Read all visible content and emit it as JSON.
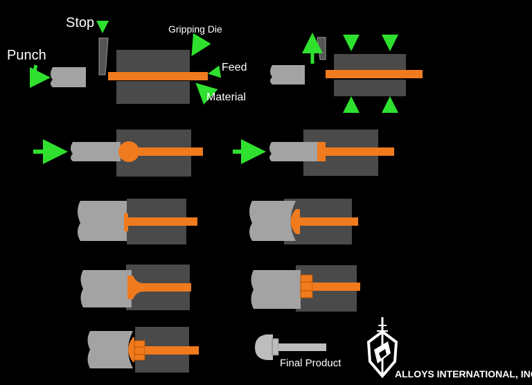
{
  "labels": {
    "stop": "Stop",
    "punch": "Punch",
    "gripping_die": "Gripping Die",
    "feed": "Feed",
    "material": "Material",
    "final_product": "Final Product"
  },
  "brand": {
    "name": "ALLOYS INTERNATIONAL, INC."
  },
  "colors": {
    "background": "#000000",
    "die": "#4a4a4a",
    "punch": "#a3a3a3",
    "material": "#f07a1e",
    "arrow_green": "#2fe02f",
    "arrow_cyan": "#19c8f0",
    "final_product": "#bdbdbd",
    "text": "#ffffff"
  },
  "icons": [
    "down-arrow-icon",
    "up-arrow-icon",
    "right-arrow-icon",
    "curved-arrow-icon",
    "brand-logo-icon"
  ]
}
